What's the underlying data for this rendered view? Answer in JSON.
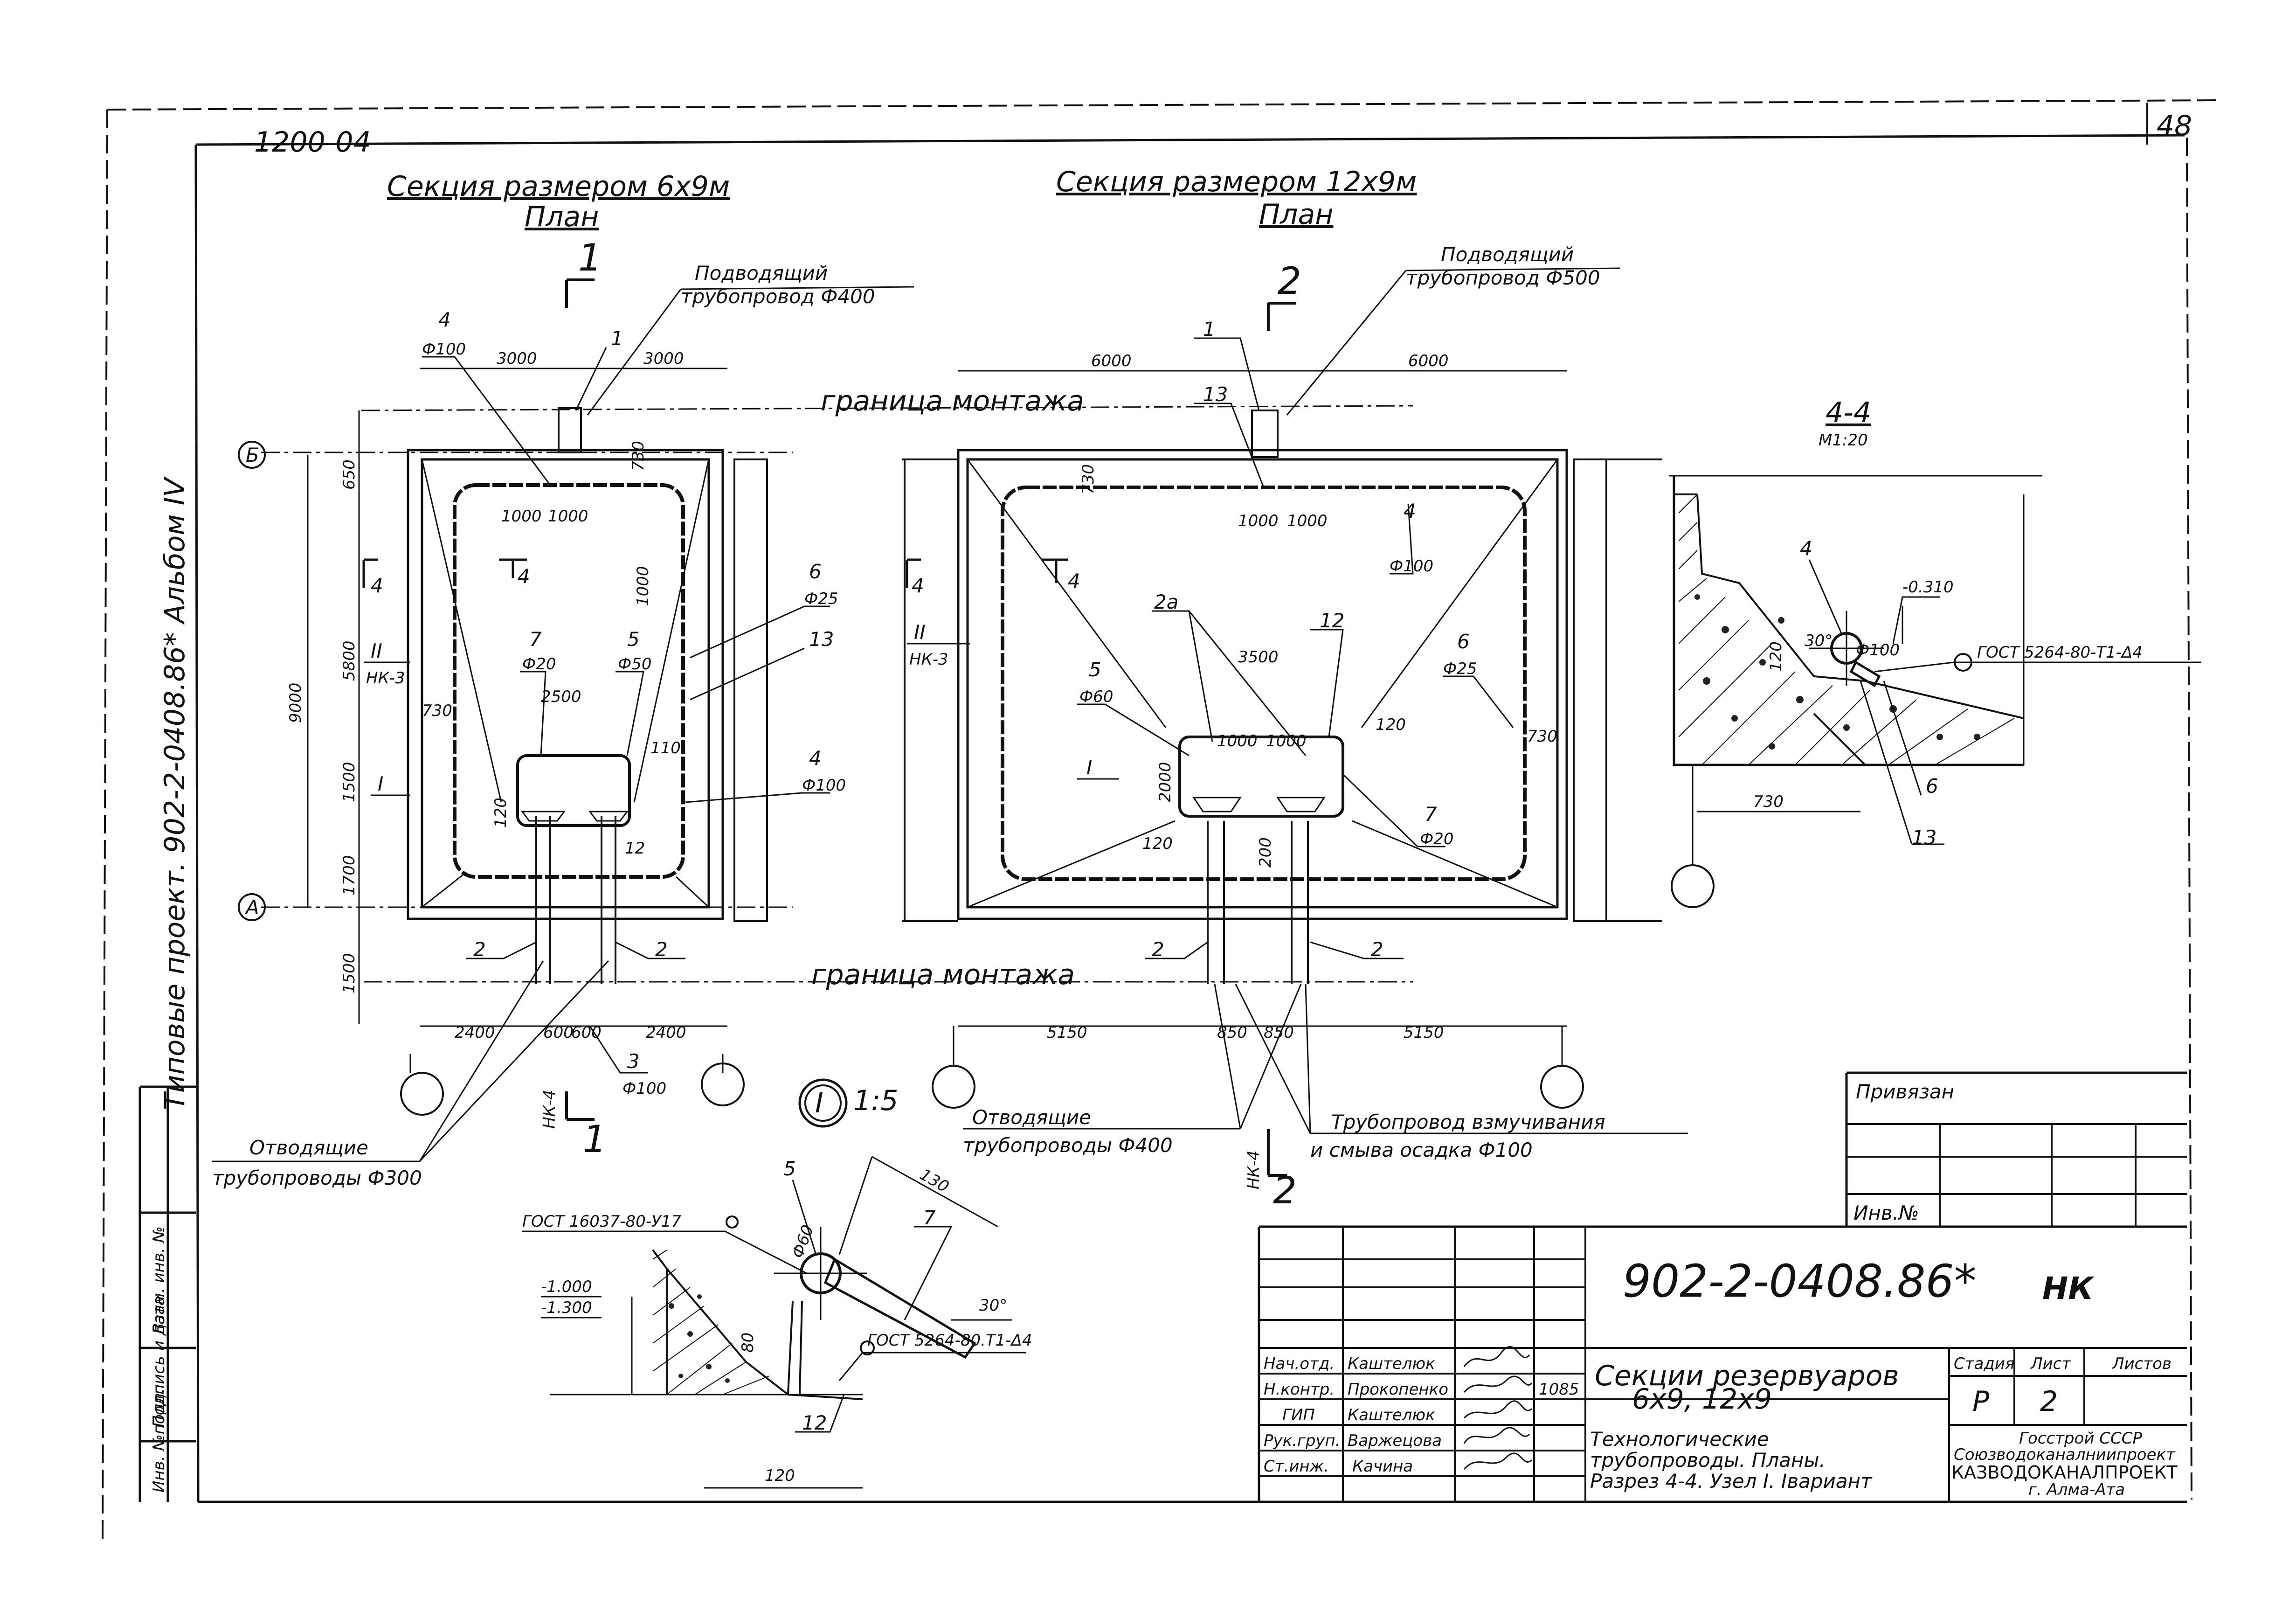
{
  "sheet": {
    "number": "48",
    "code_corner": "1200-04",
    "side_text": "Типовые проект. 902-2-0408.86* Альбом IV",
    "side_stamp": [
      "Инв. №подл.",
      "Подпись и дата",
      "Взам. инв. №"
    ]
  },
  "plan6x9": {
    "title": "Секция размером 6х9м",
    "subtitle": "План",
    "section_mark": "1",
    "section_mark_bottom": "1",
    "sheet_ref": "НК-4",
    "inlet_label_1": "Подводящий",
    "inlet_label_2": "трубопровод Ф400",
    "dims_top": [
      "3000",
      "3000"
    ],
    "dims_left": [
      "650",
      "5800",
      "1500",
      "1700",
      "1500"
    ],
    "dim_total": "9000",
    "dims_bottom": [
      "2400",
      "600",
      "600",
      "2400"
    ],
    "inner_dims": [
      "1000",
      "1000",
      "1000",
      "2500",
      "730",
      "120",
      "110",
      "730"
    ],
    "callouts": [
      "4",
      "Ф100",
      "1",
      "6",
      "Ф25",
      "13",
      "4",
      "Ф100",
      "7",
      "Ф20",
      "5",
      "Ф50",
      "2",
      "2",
      "3",
      "Ф100",
      "12",
      "4",
      "4"
    ],
    "axis_B": "Б",
    "axis_A": "А",
    "node_ref": "II",
    "node_sheet": "НК-3",
    "node_I": "I",
    "outlet_label_1": "Отводящие",
    "outlet_label_2": "трубопроводы Ф300"
  },
  "plan12x9": {
    "title": "Секция размером 12х9м",
    "subtitle": "План",
    "section_mark": "2",
    "section_mark_bottom": "2",
    "sheet_ref": "НК-4",
    "inlet_label_1": "Подводящий",
    "inlet_label_2": "трубопровод Ф500",
    "dims_top": [
      "6000",
      "6000"
    ],
    "dims_bottom": [
      "5150",
      "850",
      "850",
      "5150"
    ],
    "inner_dims": [
      "730",
      "1000",
      "1000",
      "3500",
      "1000",
      "1000",
      "2000",
      "120",
      "120",
      "200",
      "730"
    ],
    "callouts": [
      "1",
      "13",
      "4",
      "Ф100",
      "2а",
      "12",
      "5",
      "Ф60",
      "6",
      "Ф25",
      "7",
      "Ф20",
      "2",
      "2",
      "4",
      "4"
    ],
    "node_ref": "II",
    "node_sheet": "НК-3",
    "node_I": "I",
    "outlet_label_1": "Отводящие",
    "outlet_label_2": "трубопроводы Ф400",
    "flush_label_1": "Трубопровод взмучивания",
    "flush_label_2": "и смыва осадка Ф100"
  },
  "boundary_label": "граница монтажа",
  "section44": {
    "title": "4-4",
    "scale": "М1:20",
    "labels": [
      "4",
      "Ф100",
      "-0.310",
      "30°",
      "120",
      "730",
      "6",
      "13"
    ],
    "gost": "ГОСТ 5264-80-Т1-Δ4"
  },
  "nodeI": {
    "mark": "I",
    "scale": "1:5",
    "gost_top": "ГОСТ 16037-80-У17",
    "gost_right": "ГОСТ 5264-80.Т1-Δ4",
    "labels": [
      "5",
      "7",
      "Ф60",
      "130",
      "30°",
      "-1.000",
      "-1.300",
      "80",
      "12",
      "120"
    ]
  },
  "binding": {
    "label": "Привязан",
    "inv": "Инв.№"
  },
  "title_block": {
    "code": "902-2-0408.86*",
    "mark": "НК",
    "name_1": "Секции резервуаров",
    "name_2": "6х9, 12х9",
    "drawing_1": "Технологические",
    "drawing_2": "трубопроводы. Планы.",
    "drawing_3": "Разрез 4-4. Узел I. Iвариант",
    "stage_header": "Стадия",
    "sheet_header": "Лист",
    "sheets_header": "Листов",
    "stage": "Р",
    "sheet": "2",
    "org_1": "Госстрой СССР",
    "org_2": "Союзводоканалниипроект",
    "org_3": "КАЗВОДОКАНАЛПРОЕКТ",
    "org_4": "г. Алма-Ата",
    "date": "1085",
    "staff": [
      {
        "role": "Нач.отд.",
        "name": "Каштелюк"
      },
      {
        "role": "Н.контр.",
        "name": "Прокопенко"
      },
      {
        "role": "ГИП",
        "name": "Каштелюк"
      },
      {
        "role": "Рук.груп.",
        "name": "Варжецова"
      },
      {
        "role": "Ст.инж.",
        "name": "Качина"
      }
    ]
  }
}
